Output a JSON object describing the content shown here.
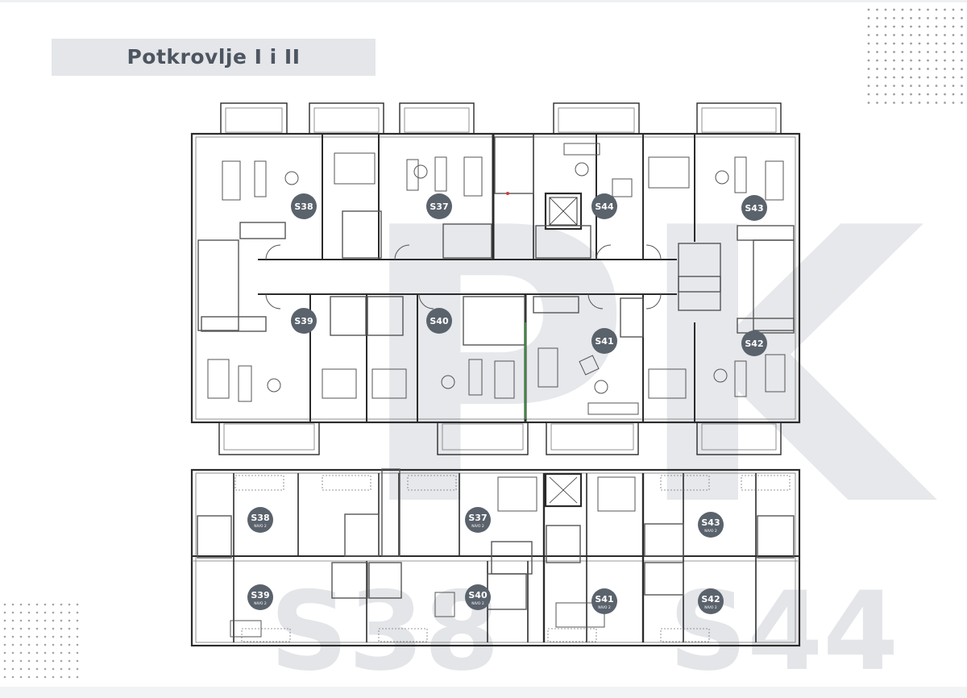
{
  "title": "Potkrovlje I i II",
  "colors": {
    "wall": "#2b2b2b",
    "line": "#6a6a6a",
    "badge": "#5a626c",
    "badge_text": "#ffffff",
    "watermark": "#e6e8eb",
    "title_bg": "#e4e6e9",
    "title_text": "#4d5560",
    "accent_green": "#3c8b3c",
    "accent_red": "#d23c3c"
  },
  "watermark": {
    "logo": "PK",
    "range_left": "S38",
    "range_right": "S44"
  },
  "upper_plan": {
    "units": [
      "S38",
      "S37",
      "S44",
      "S43",
      "S39",
      "S40",
      "S41",
      "S42"
    ]
  },
  "lower_plan": {
    "level_label": "NIVO 2",
    "units": [
      "S38",
      "S37",
      "S43",
      "S39",
      "S40",
      "S41",
      "S42"
    ]
  }
}
